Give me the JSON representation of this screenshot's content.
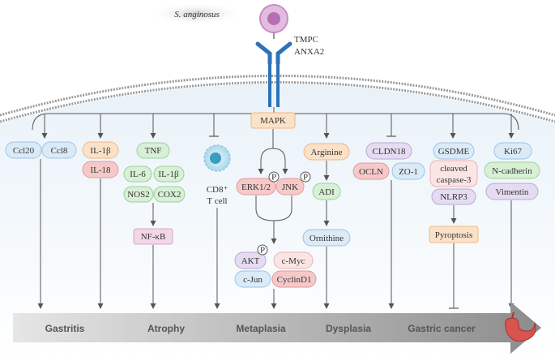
{
  "bacterium": "S. anginosus",
  "receptor": {
    "line1": "TMPC",
    "line2": "ANXA2"
  },
  "pathway_top": "MAPK",
  "nodes": {
    "ccl20": "Ccl20",
    "ccl8": "Ccl8",
    "il1b": "IL-1β",
    "il18": "IL-18",
    "tnf": "TNF",
    "il6": "IL-6",
    "il1b_2": "IL-1β",
    "nos2": "NOS2",
    "cox2": "COX2",
    "nfkb": "NF-κB",
    "cd8_line1": "CD8⁺",
    "cd8_line2": "T cell",
    "erk": "ERK1/2",
    "jnk": "JNK",
    "phospho": "P",
    "akt": "AKT",
    "cmyc": "c-Myc",
    "cjun": "c-Jun",
    "cyclind1": "CyclinD1",
    "arginine": "Arginine",
    "adi": "ADI",
    "ornithine": "Ornithine",
    "cldn18": "CLDN18",
    "ocln": "OCLN",
    "zo1": "ZO-1",
    "gsdme": "GSDME",
    "cleaved_1": "cleaved",
    "cleaved_2": "caspase-3",
    "nlrp3": "NLRP3",
    "pyroptosis": "Pyroptosis",
    "ki67": "Ki67",
    "ncad": "N-cadherin",
    "vimentin": "Vimentin"
  },
  "stages": [
    "Gastritis",
    "Atrophy",
    "Metaplasia",
    "Dysplasia",
    "Gastric cancer"
  ],
  "colors": {
    "blue_fill": "#dbeaf7",
    "blue_stroke": "#9cc3e6",
    "red_fill": "#f6c9c9",
    "red_stroke": "#e39a9a",
    "green_fill": "#d8f0d6",
    "green_stroke": "#9fd19b",
    "orange_fill": "#fbe1c8",
    "orange_stroke": "#f0b781",
    "purple_fill": "#e6dcf2",
    "purple_stroke": "#bba6d8",
    "pink_fill": "#f3d6e8",
    "pink_stroke": "#d9a5c7",
    "receptor": "#2d72b8",
    "bacterium": "#c98bc8"
  }
}
